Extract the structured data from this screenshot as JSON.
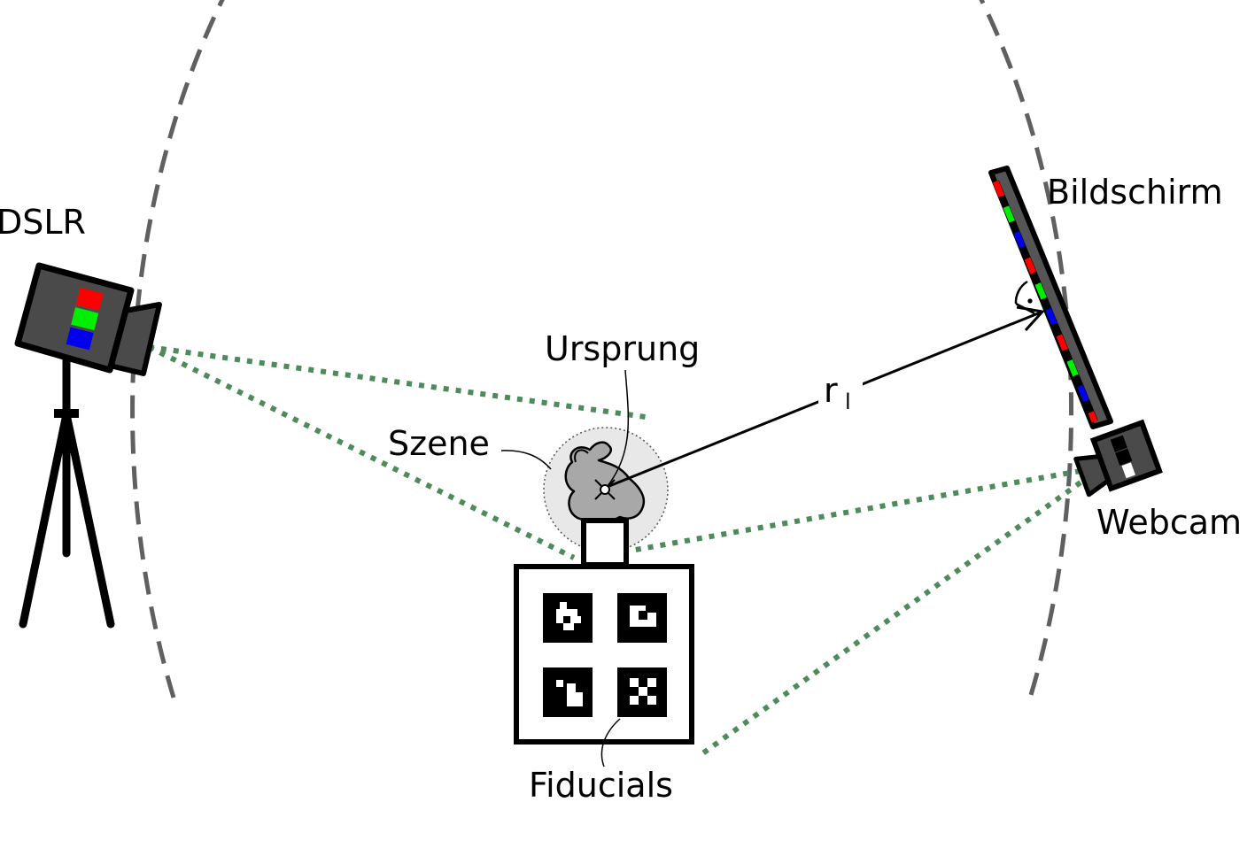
{
  "labels": {
    "dslr": "DSLR",
    "bildschirm": "Bildschirm",
    "webcam": "Webcam",
    "ursprung": "Ursprung",
    "szene": "Szene",
    "radius_r": "r",
    "radius_sub": "l",
    "fiducials": "Fiducials",
    "right_angle_dot": "·"
  },
  "colors": {
    "sight_lines": "#4e8a5b",
    "dome_arc": "#606060",
    "camera_body": "#4a4a4a",
    "red": "#ff0000",
    "green": "#00ee00",
    "blue": "#0000ee",
    "scene_fill": "#e8e8e8",
    "bunny": "#a8a8a8"
  }
}
